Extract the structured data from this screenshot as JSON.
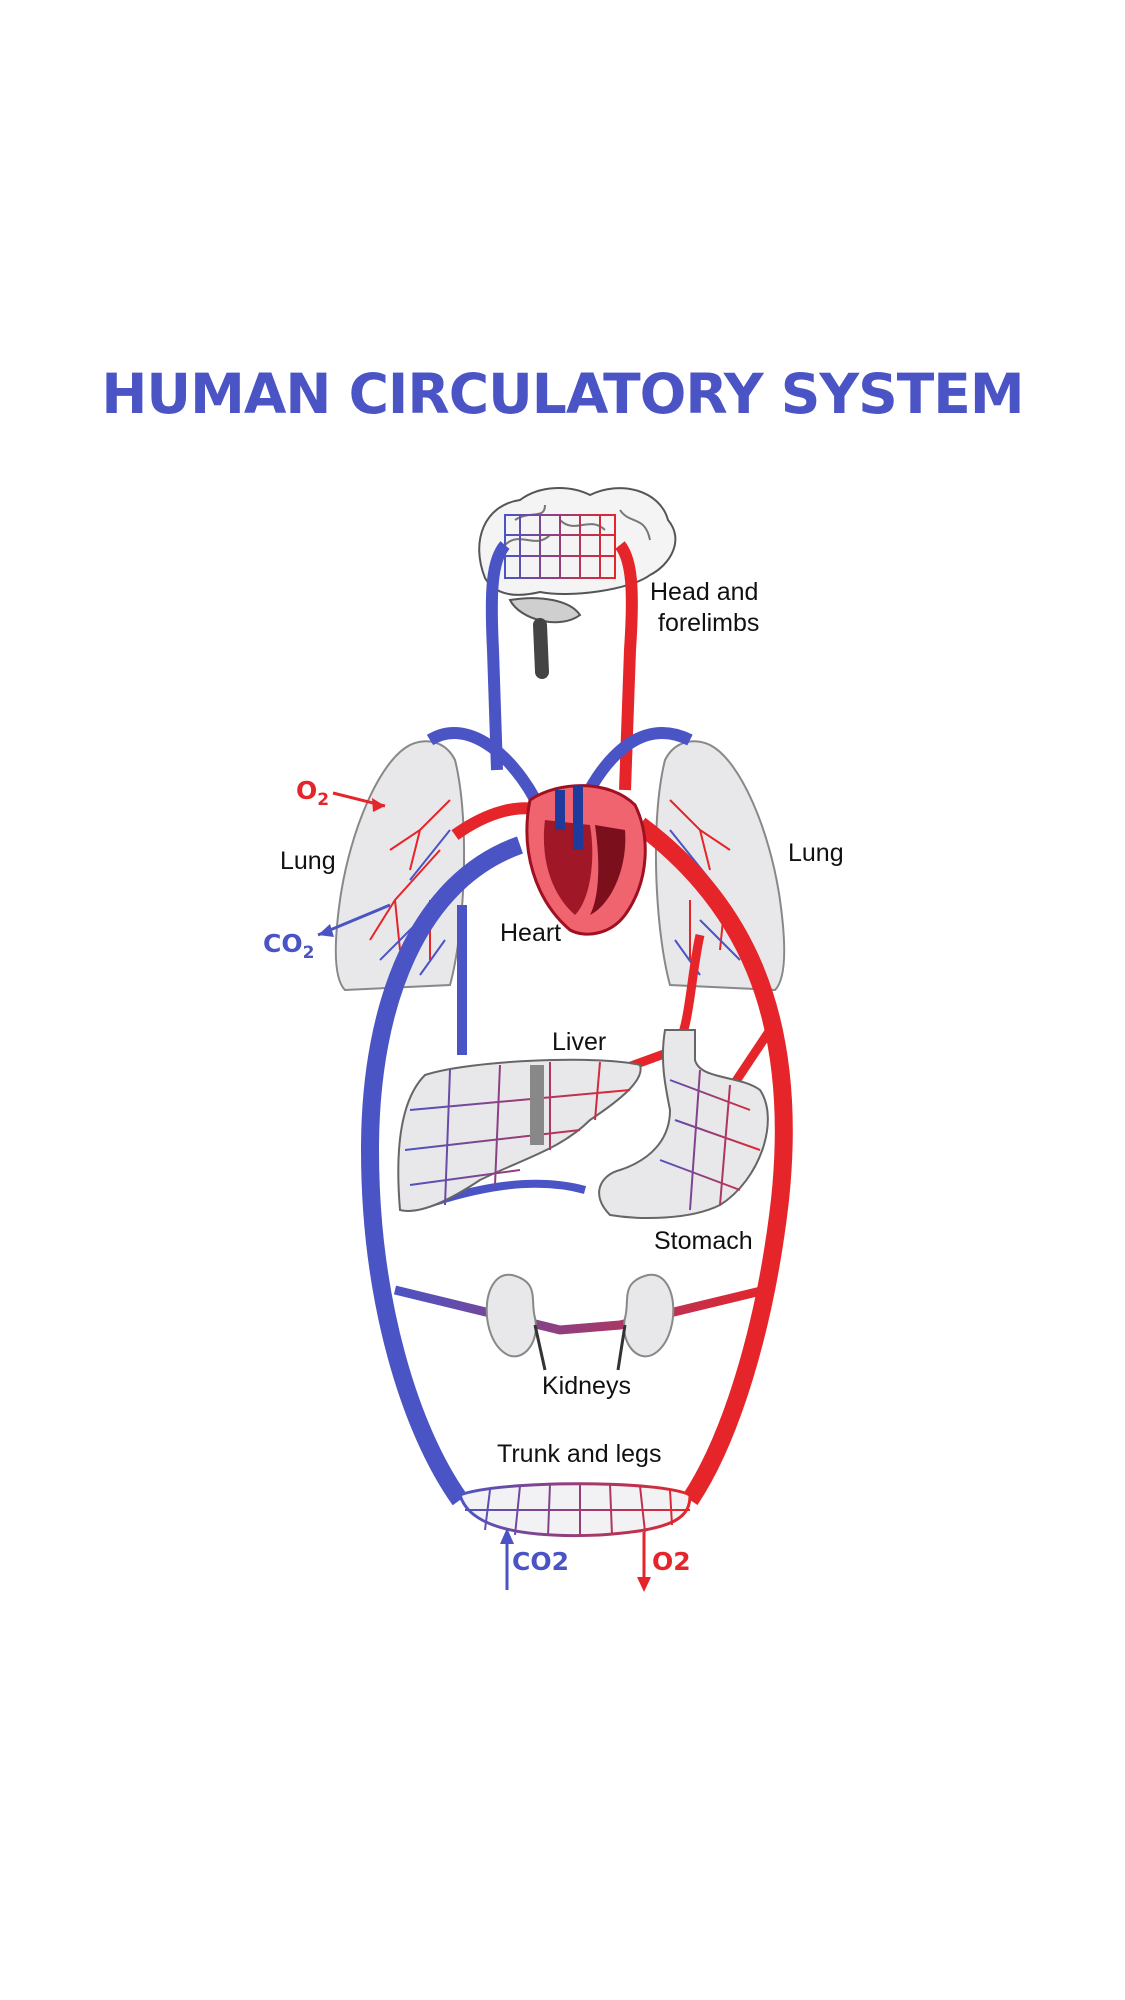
{
  "title": "HUMAN CIRCULATORY SYSTEM",
  "colors": {
    "title": "#4b54c4",
    "oxygenated": "#e5252a",
    "deoxygenated": "#4b54c4",
    "organ_fill": "#e6e6e8",
    "flow_arrow": "#f2d21a"
  },
  "labels": {
    "head_line1": "Head and",
    "head_line2": "forelimbs",
    "lung_left": "Lung",
    "lung_right": "Lung",
    "heart": "Heart",
    "liver": "Liver",
    "stomach": "Stomach",
    "kidneys": "Kidneys",
    "trunk": "Trunk and legs"
  },
  "gas_labels": {
    "lung_o2": "O",
    "lung_o2_sub": "2",
    "lung_co2": "CO",
    "lung_co2_sub": "2",
    "trunk_co2": "CO2",
    "trunk_o2": "O2"
  }
}
